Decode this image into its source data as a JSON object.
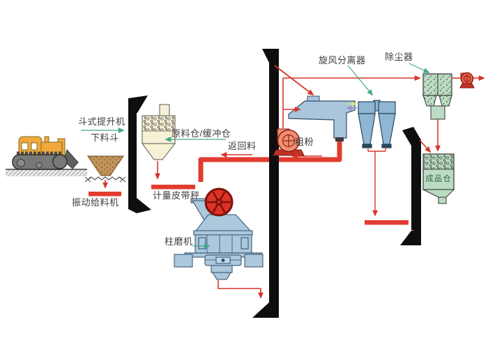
{
  "diagram": {
    "type": "process-flow",
    "labels": {
      "bucket_elevator": "斗式提升机",
      "feed_hopper": "下料斗",
      "vibrating_feeder": "振动给料机",
      "raw_silo": "原料仓/缓冲仓",
      "return_material": "返回料",
      "belt_scale": "计量皮带秤",
      "column_mill": "柱磨机",
      "coarse_powder": "粗粉",
      "cyclone_separator": "旋风分离器",
      "dust_collector": "除尘器",
      "product_silo": "成品仓"
    },
    "colors": {
      "flow_red": "#d6352b",
      "thick_red": "#e23b30",
      "annotation_teal": "#43a88e",
      "machine_blue": "#a9c6dc",
      "cyclone_blue": "#8fb6d2",
      "green_box": "#badcc2",
      "silo_cream": "#f7f2d5",
      "hopper_tan": "#c09458",
      "dozer_yellow": "#f2a93b",
      "elevator_black": "#0e0e0e",
      "airflow_yellow": "#dde27b",
      "airflow_purple": "#9b8ec4",
      "fan_salmon": "#f19070"
    }
  }
}
